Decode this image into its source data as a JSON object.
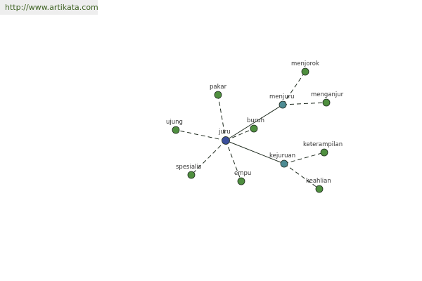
{
  "source_url": "http://www.artikata.com",
  "colors": {
    "leaf": "#4f8f3f",
    "intermediate": "#4d8b93",
    "center": "#3b4f9c",
    "stroke": "#1e2a1e",
    "banner_text": "#3a5f1e"
  },
  "graph": {
    "center": "juru",
    "nodes": [
      {
        "id": "juru",
        "label": "juru",
        "kind": "center"
      },
      {
        "id": "pakar",
        "label": "pakar",
        "kind": "leaf"
      },
      {
        "id": "ujung",
        "label": "ujung",
        "kind": "leaf"
      },
      {
        "id": "buruh",
        "label": "buruh",
        "kind": "leaf"
      },
      {
        "id": "spesialis",
        "label": "spesialis",
        "kind": "leaf"
      },
      {
        "id": "empu",
        "label": "empu",
        "kind": "leaf"
      },
      {
        "id": "menjuru",
        "label": "menjuru",
        "kind": "intermediate"
      },
      {
        "id": "kejuruan",
        "label": "kejuruan",
        "kind": "intermediate"
      },
      {
        "id": "menjorok",
        "label": "menjorok",
        "kind": "leaf"
      },
      {
        "id": "menganjur",
        "label": "menganjur",
        "kind": "leaf"
      },
      {
        "id": "keterampilan",
        "label": "keterampilan",
        "kind": "leaf"
      },
      {
        "id": "keahlian",
        "label": "keahlian",
        "kind": "leaf"
      }
    ],
    "edges": [
      {
        "from": "juru",
        "to": "pakar",
        "style": "dashed"
      },
      {
        "from": "juru",
        "to": "ujung",
        "style": "dashed"
      },
      {
        "from": "juru",
        "to": "buruh",
        "style": "dashed"
      },
      {
        "from": "juru",
        "to": "spesialis",
        "style": "dashed"
      },
      {
        "from": "juru",
        "to": "empu",
        "style": "dashed"
      },
      {
        "from": "juru",
        "to": "menjuru",
        "style": "solid"
      },
      {
        "from": "juru",
        "to": "kejuruan",
        "style": "solid"
      },
      {
        "from": "menjuru",
        "to": "menjorok",
        "style": "dashed"
      },
      {
        "from": "menjuru",
        "to": "menganjur",
        "style": "dashed"
      },
      {
        "from": "kejuruan",
        "to": "keterampilan",
        "style": "dashed"
      },
      {
        "from": "kejuruan",
        "to": "keahlian",
        "style": "dashed"
      }
    ]
  }
}
